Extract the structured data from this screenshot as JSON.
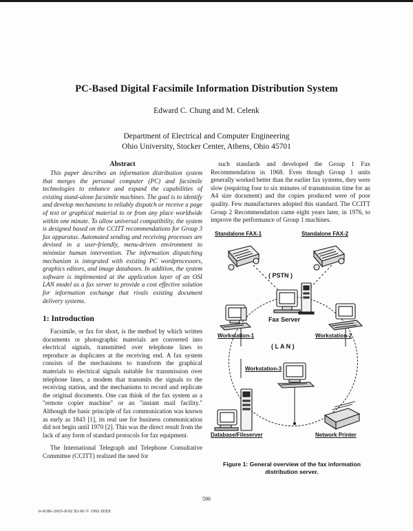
{
  "paper": {
    "title": "PC-Based Digital Facsimile Information Distribution System",
    "authors": "Edward C. Chung and M. Celenk",
    "affiliation_line1": "Department of Electrical and Computer Engineering",
    "affiliation_line2": "Ohio University, Stocker Center, Athens, Ohio 45701",
    "abstract_heading": "Abstract",
    "abstract_text": "This paper describes an information distribution system that merges the personal computer (PC) and facsimile technologies to enhance and expand the capabilities of existing stand-alone facsimile machines. The goal is to identify and develop mechanisms to reliably dispatch or receive a page of text or graphical material to or from any place worldwide within one minute. To allow universal compatibility, the system is designed based on the CCITT recommendations for Group 3 fax apparatus. Automated sending and receiving processes are devised in a user-friendly, menu-driven environment to minimize human intervention. The information dispatching mechanism is integrated with existing PC wordprocessors, graphics editors, and image databases. In addition, the system software is implemented at the application layer of an OSI LAN model as a fax server to provide a cost effective solution for information exchange that rivals existing document delivery systems.",
    "intro_heading": "1: Introduction",
    "intro_para1": "Facsimile, or fax for short, is the method by which written documents or photographic materials are converted into electrical signals, transmitted over telephone lines to reproduce as duplicates at the receiving end. A fax system consists of the mechanisms to transform the graphical materials to electrical signals suitable for transmission over telephone lines, a modem that transmits the signals to the receiving station, and the mechanisms to record and replicate the original documents. One can think of the fax system as a \"remote copier machine\" or an \"instant mail facility.\" Although the basic principle of fax communication was known as early as 1843 [1], its real use for business communication did not begin until 1970 [2]. This was the direct result from the lack of any form of standard protocols for fax equipment.",
    "intro_para2": "The International Telegraph and Telephone Consultative Committee (CCITT) realized the need for",
    "right_para1": "such standards and developed the Group 1 Fax Recommendation in 1968. Even though Group 1 units generally worked better than the earlier fax systems, they were slow (requiring four to six minutes of transmission time for an A4 size document) and the copies produced were of poor quality. Few manufacturers adopted this standard. The CCITT Group 2 Recommendation came eight years later, in 1976, to improve the performance of Group 1 machines."
  },
  "figure": {
    "caption_line1": "Figure 1:  General overview of the fax information",
    "caption_line2": "distribution server.",
    "node_fax1": "Standalone FAX-1",
    "node_fax2": "Standalone FAX-2",
    "label_pstn": "( PSTN )",
    "node_fax_server": "Fax Server",
    "label_lan": "( L A N )",
    "node_workstation1": "Workstation-1",
    "node_workstation2": "Workstation-2",
    "node_workstation3": "Workstation-3",
    "node_database": "Database/Fileserver",
    "node_printer": "Network Printer"
  },
  "footer": {
    "copyright": "0-8186-2665-8/92 $3.00 © 1992 IEEE",
    "page_number": "596"
  }
}
